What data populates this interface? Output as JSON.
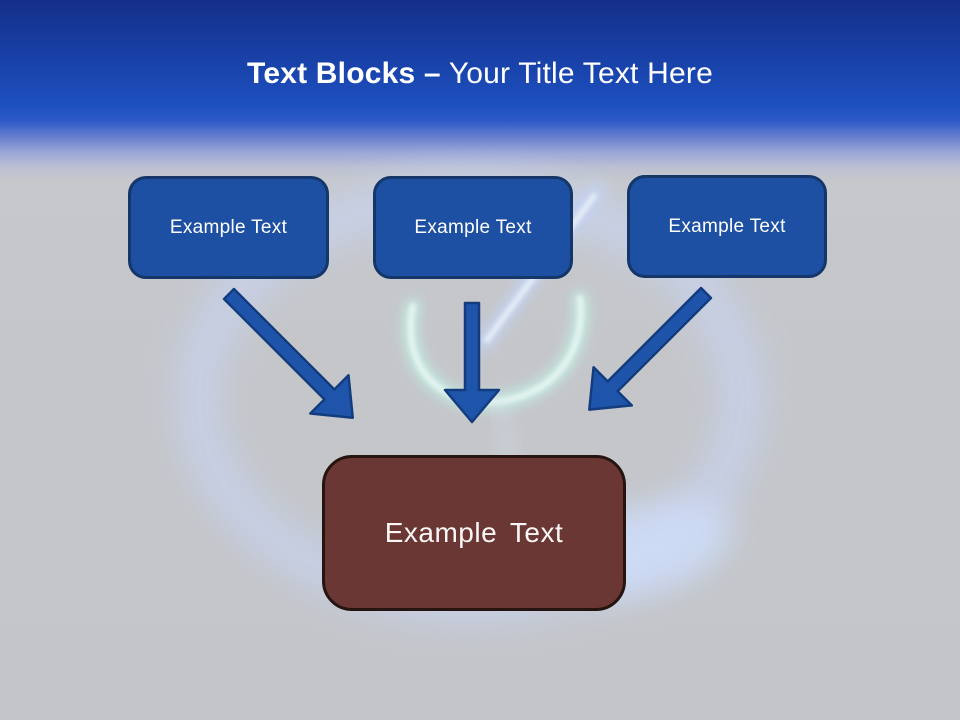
{
  "slide": {
    "title": {
      "bold": "Text Blocks –",
      "regular": "Your Title Text Here"
    },
    "blocks": [
      {
        "label": "Example Text"
      },
      {
        "label": "Example Text"
      },
      {
        "label": "Example Text"
      }
    ],
    "result_block": {
      "label": "Example Text"
    },
    "colors": {
      "header_blue_top": "#142f8a",
      "header_blue_mid": "#1d50c0",
      "body_gray": "#c4c6ca",
      "block_fill": "#1d50a2",
      "block_border": "#143668",
      "arrow_fill": "#1e55aa",
      "arrow_border": "#123c7d",
      "result_fill": "#6a3734",
      "result_border": "#261410",
      "watermark_ring_glow": "#c9d6f8",
      "watermark_arc_cyan": "#c2efe4",
      "text_white": "#ffffff"
    }
  }
}
